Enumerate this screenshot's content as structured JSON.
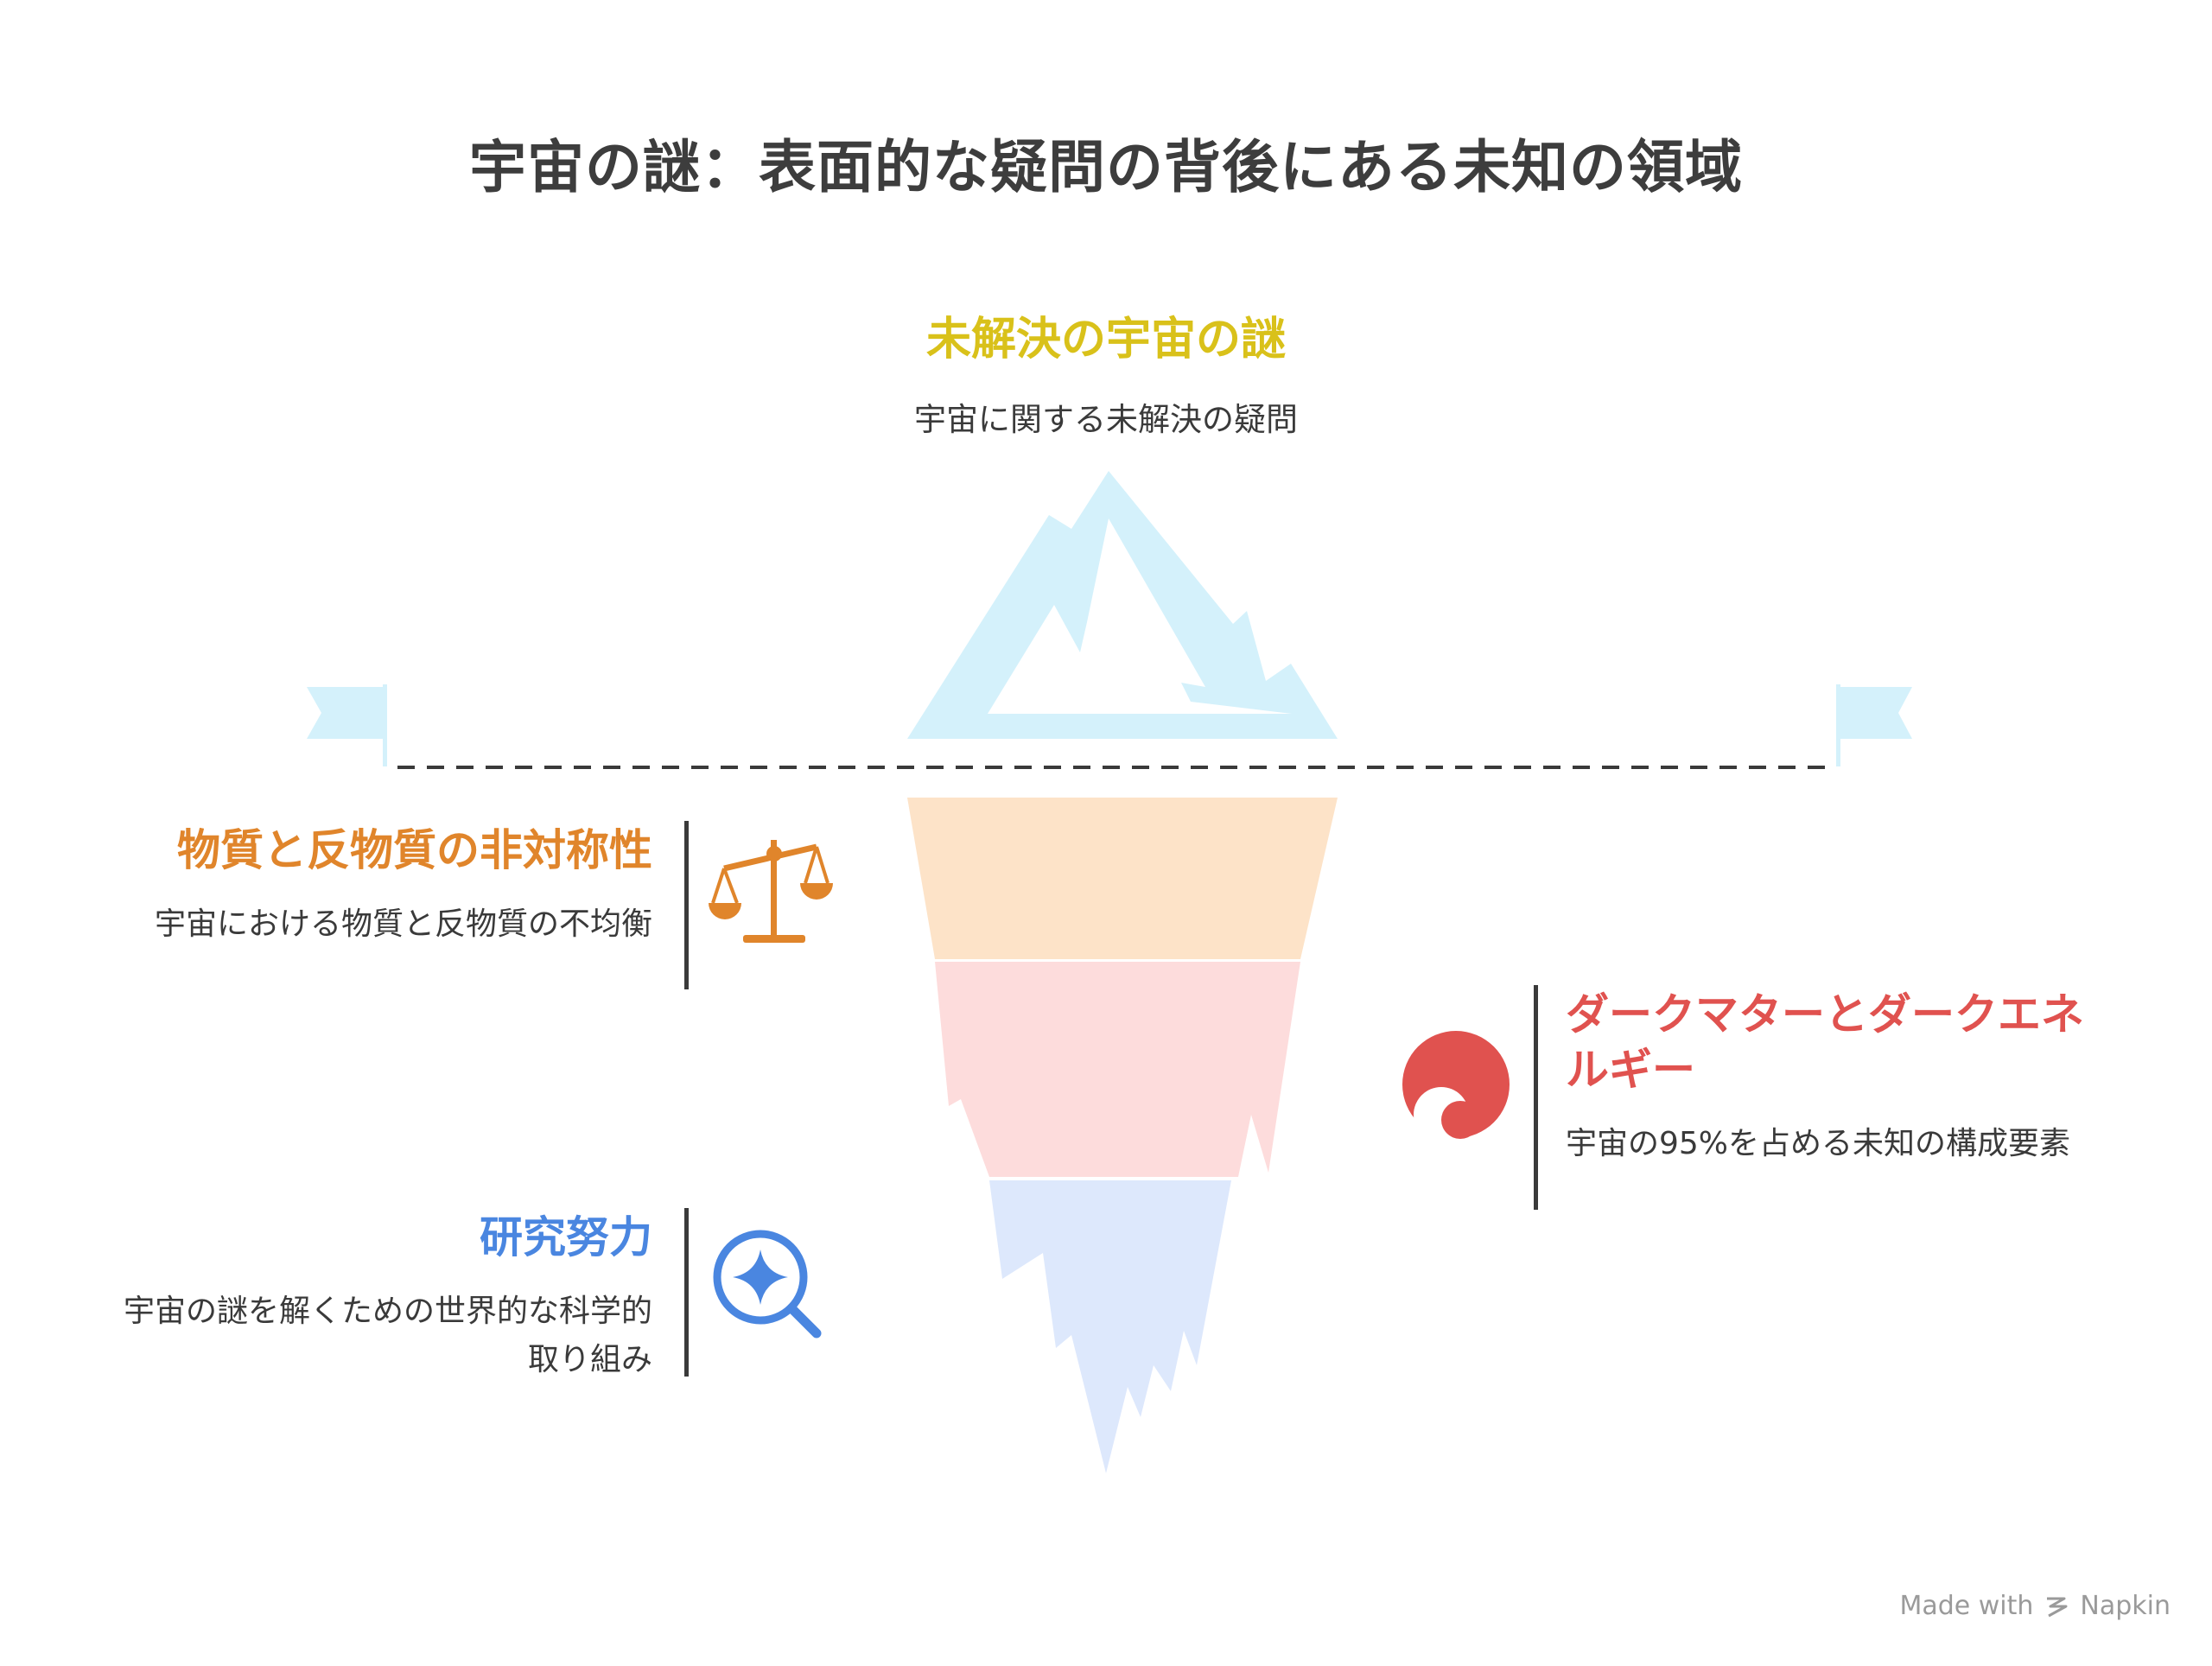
{
  "title": "宇宙の謎：表面的な疑問の背後にある未知の領域",
  "tip": {
    "title": "未解決の宇宙の謎",
    "description": "宇宙に関する未解決の疑問"
  },
  "layers": [
    {
      "title": "物質と反物質の非対称性",
      "description": "宇宙における物質と反物質の不均衡",
      "color": "#e0852b",
      "icon": "balance-scale-icon",
      "fill": "#fde3c8"
    },
    {
      "title": "ダークマターとダークエネルギー",
      "description": "宇宙の95%を占める未知の構成要素",
      "color": "#e0524f",
      "icon": "crescent-orb-icon",
      "fill": "#fddcdc"
    },
    {
      "title": "研究努力",
      "description": "宇宙の謎を解くための世界的な科学的取り組み",
      "color": "#4a86e0",
      "icon": "search-sparkle-icon",
      "fill": "#dde8fc"
    }
  ],
  "colors": {
    "ice": "#d4f1fb",
    "waterline": "#3a3a3a",
    "title": "#3d3d3d",
    "tip_title": "#d9c11a"
  },
  "footer": {
    "made_with": "Made with",
    "brand": "Napkin"
  }
}
